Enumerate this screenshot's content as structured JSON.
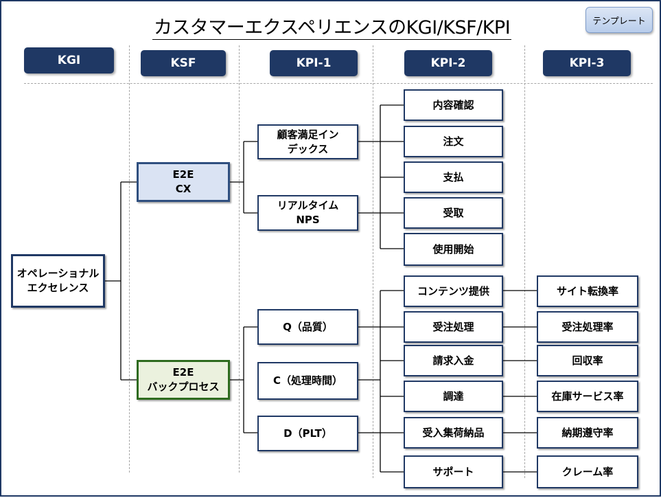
{
  "title": "カスタマーエクスペリエンスのKGI/KSF/KPI",
  "template_button": "テンプレート",
  "headers": {
    "kgi": "KGI",
    "ksf": "KSF",
    "kpi1": "KPI-1",
    "kpi2": "KPI-2",
    "kpi3": "KPI-3"
  },
  "kgi": {
    "label": "オペレーショナル\nエクセレンス"
  },
  "ksf": {
    "cx": "E2E\nCX",
    "back": "E2E\nバックプロセス"
  },
  "kpi1": {
    "csi": "顧客満足イン\nデックス",
    "nps": "リアルタイム\nNPS",
    "q": "Q（品質）",
    "c": "C（処理時間）",
    "d": "D（PLT）"
  },
  "kpi2": {
    "content_check": "内容確認",
    "order": "注文",
    "payment": "支払",
    "receive": "受取",
    "start_use": "使用開始",
    "content_provide": "コンテンツ提供",
    "order_processing": "受注処理",
    "billing": "請求入金",
    "procurement": "調達",
    "shipping": "受入集荷納品",
    "support": "サポート"
  },
  "kpi3": {
    "conversion": "サイト転換率",
    "order_rate": "受注処理率",
    "collection": "回収率",
    "stock_service": "在庫サービス率",
    "delivery": "納期遵守率",
    "complaint": "クレーム率"
  },
  "colors": {
    "navy": "#1f3864",
    "ksf_cx_fill": "#dae3f3",
    "ksf_back_fill": "#ebf1de",
    "ksf_back_border": "#2e6b1e"
  }
}
